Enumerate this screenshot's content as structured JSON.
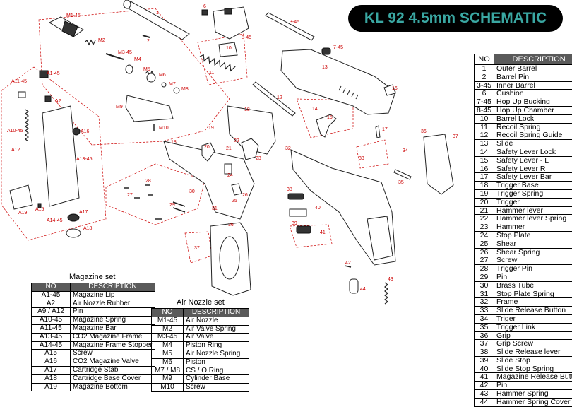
{
  "title": "KL 92 4.5mm SCHEMATIC",
  "colors": {
    "title_bg": "#000000",
    "title_text": "#3aa7a2",
    "label": "#cc0000",
    "header_bg": "#5a5a5a"
  },
  "main_table": {
    "headers": [
      "NO",
      "DESCRIPTION"
    ],
    "rows": [
      {
        "no": "1",
        "desc": "Outer Barrel"
      },
      {
        "no": "2",
        "desc": "Barrel Pin"
      },
      {
        "no": "3-45",
        "desc": "Inner Barrel"
      },
      {
        "no": "6",
        "desc": "Cushion"
      },
      {
        "no": "7-45",
        "desc": "Hop Up Bucking"
      },
      {
        "no": "8-45",
        "desc": "Hop Up Chamber"
      },
      {
        "no": "10",
        "desc": "Barrel Lock"
      },
      {
        "no": "11",
        "desc": "Recoil Spring"
      },
      {
        "no": "12",
        "desc": "Recoil Spring Guide"
      },
      {
        "no": "13",
        "desc": "Slide"
      },
      {
        "no": "14",
        "desc": "Safety   Lever  Lock"
      },
      {
        "no": "15",
        "desc": "Safety   Lever - L"
      },
      {
        "no": "16",
        "desc": "Safety   Lever    R"
      },
      {
        "no": "17",
        "desc": "Safety   Lever Bar"
      },
      {
        "no": "18",
        "desc": "Trigger Base"
      },
      {
        "no": "19",
        "desc": "Trigger Spring"
      },
      {
        "no": "20",
        "desc": "Trigger"
      },
      {
        "no": "21",
        "desc": "Hammer lever"
      },
      {
        "no": "22",
        "desc": "Hammer lever Spring"
      },
      {
        "no": "23",
        "desc": "Hammer"
      },
      {
        "no": "24",
        "desc": "Stop Plate"
      },
      {
        "no": "25",
        "desc": "Shear"
      },
      {
        "no": "26",
        "desc": "Shear Spring"
      },
      {
        "no": "27",
        "desc": "Screw"
      },
      {
        "no": "28",
        "desc": "Trigger Pin"
      },
      {
        "no": "29",
        "desc": "Pin"
      },
      {
        "no": "30",
        "desc": "Brass Tube"
      },
      {
        "no": "31",
        "desc": "Stop Plate Spring"
      },
      {
        "no": "32",
        "desc": "Frame"
      },
      {
        "no": "33",
        "desc": "Slide Release Button"
      },
      {
        "no": "34",
        "desc": "Triger"
      },
      {
        "no": "35",
        "desc": "Trigger Link"
      },
      {
        "no": "36",
        "desc": "Grip"
      },
      {
        "no": "37",
        "desc": "Grip Screw"
      },
      {
        "no": "38",
        "desc": "Slide Release lever"
      },
      {
        "no": "39",
        "desc": "Slide Stop"
      },
      {
        "no": "40",
        "desc": "Slide Stop Spring"
      },
      {
        "no": "41",
        "desc": "Magazine Release Button"
      },
      {
        "no": "42",
        "desc": "Pin"
      },
      {
        "no": "43",
        "desc": "Hammer Spring"
      },
      {
        "no": "44",
        "desc": "Hammer Spring Cover"
      }
    ]
  },
  "magazine_set": {
    "title": "Magazine set",
    "headers": [
      "NO",
      "DESCRIPTION"
    ],
    "rows": [
      {
        "no": "A1-45",
        "desc": "Magazine Lip"
      },
      {
        "no": "A2",
        "desc": "Air Nozzle Rubber"
      },
      {
        "no": "A9  /  A12",
        "desc": "Pin"
      },
      {
        "no": "A10-45",
        "desc": "Magazine Spring"
      },
      {
        "no": "A11-45",
        "desc": "Magazine Bar"
      },
      {
        "no": "A13-45",
        "desc": "CO2 Magazine Frame"
      },
      {
        "no": "A14-45",
        "desc": "Magazine Frame Stopper"
      },
      {
        "no": "A15",
        "desc": "Screw"
      },
      {
        "no": "A16",
        "desc": "CO2 Magazine Valve"
      },
      {
        "no": "A17",
        "desc": "Cartridge Stab"
      },
      {
        "no": "A18",
        "desc": "Cartridge Base Cover"
      },
      {
        "no": "A19",
        "desc": "Magazine Bottom"
      }
    ]
  },
  "air_nozzle_set": {
    "title": "Air Nozzle set",
    "headers": [
      "NO",
      "DESCRIPTION"
    ],
    "rows": [
      {
        "no": "M1-45",
        "desc": "Air Nozzle"
      },
      {
        "no": "M2",
        "desc": "Air Valve Spring"
      },
      {
        "no": "M3-45",
        "desc": "Air Valve"
      },
      {
        "no": "M4",
        "desc": "Piston Ring"
      },
      {
        "no": "M5",
        "desc": "Air Nozzle Spring"
      },
      {
        "no": "M6",
        "desc": "Piston"
      },
      {
        "no": "M7 / M8",
        "desc": "CS  / O Ring"
      },
      {
        "no": "M9",
        "desc": "Cylinder Base"
      },
      {
        "no": "M10",
        "desc": "Screw"
      }
    ]
  },
  "part_labels": [
    "1",
    "2",
    "3-45",
    "6",
    "7-45",
    "8-45",
    "10",
    "11",
    "12",
    "13",
    "14",
    "15",
    "16",
    "17",
    "18",
    "18",
    "19",
    "20",
    "21",
    "22",
    "23",
    "24",
    "25",
    "26",
    "27",
    "28",
    "29",
    "30",
    "31",
    "32",
    "33",
    "34",
    "35",
    "36",
    "36",
    "37",
    "37",
    "38",
    "39",
    "40",
    "41",
    "42",
    "43",
    "44",
    "M1-45",
    "M2",
    "M3-45",
    "M4",
    "M5",
    "M6",
    "M7",
    "M8",
    "M9",
    "M10",
    "A1-45",
    "A2",
    "A10-45",
    "A11-45",
    "A12",
    "A13-45",
    "A14-45",
    "A15",
    "A16",
    "A17",
    "A18",
    "A19"
  ]
}
